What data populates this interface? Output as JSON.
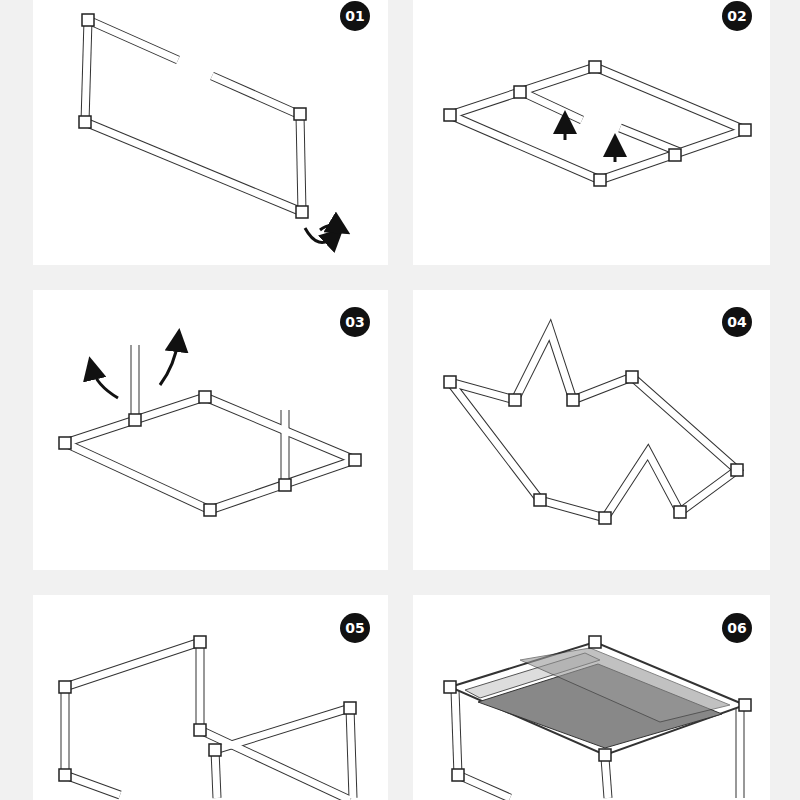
{
  "diagram": {
    "nodes": [
      {
        "text": [
          "01"
        ]
      },
      {
        "text": [
          "02"
        ]
      },
      {
        "text": [
          "03"
        ]
      },
      {
        "text": [
          "04"
        ]
      },
      {
        "text": [
          "05"
        ]
      },
      {
        "text": [
          "06"
        ]
      }
    ]
  }
}
